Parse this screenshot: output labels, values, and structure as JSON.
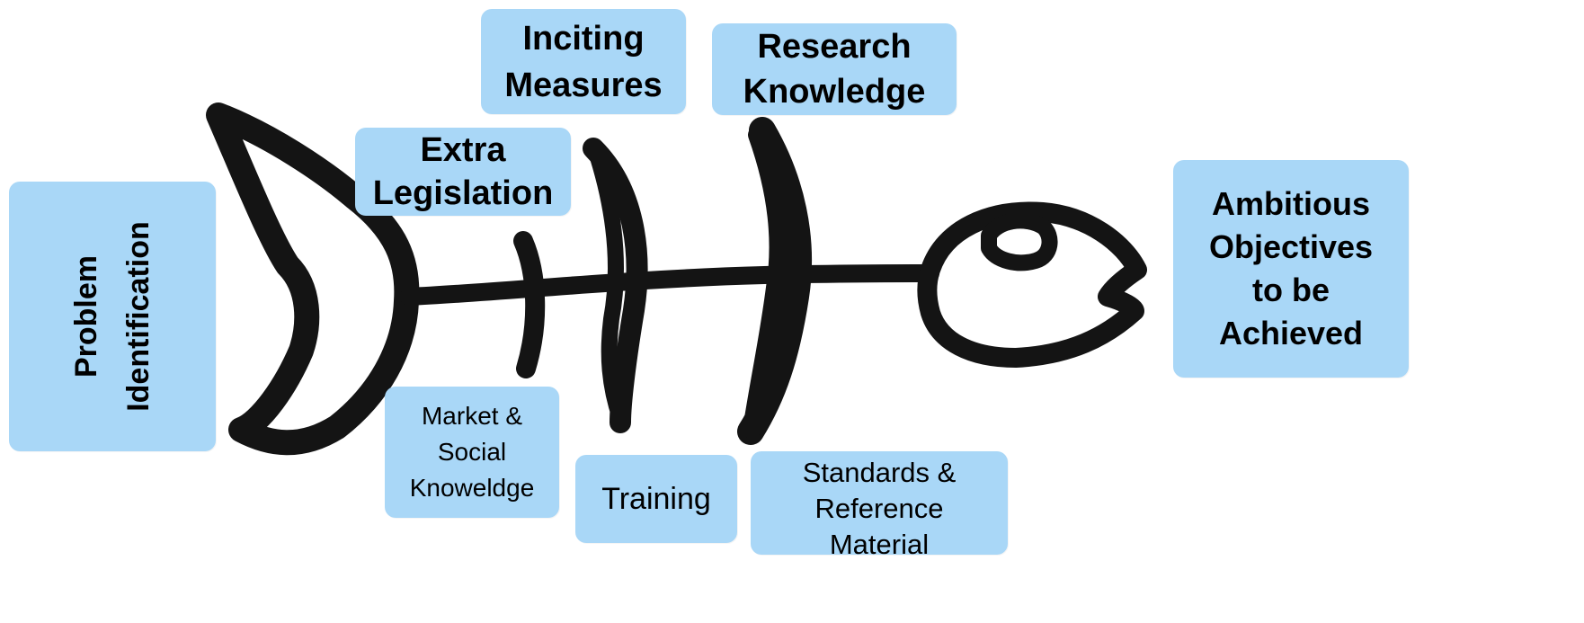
{
  "diagram": {
    "problem_label": "Problem\nIdentification",
    "goal_label": "Ambitious\nObjectives\nto be\nAchieved",
    "causes_top": [
      {
        "label": "Inciting\nMeasures"
      },
      {
        "label": "Research\nKnowledge"
      },
      {
        "label": "Extra\nLegislation"
      }
    ],
    "causes_bottom": [
      {
        "label": "Market &\nSocial\nKnoweldge"
      },
      {
        "label": "Training"
      },
      {
        "label": "Standards &\nReference\nMaterial"
      }
    ]
  },
  "colors": {
    "label_fill": "#a9d7f7",
    "ink": "#141414"
  }
}
